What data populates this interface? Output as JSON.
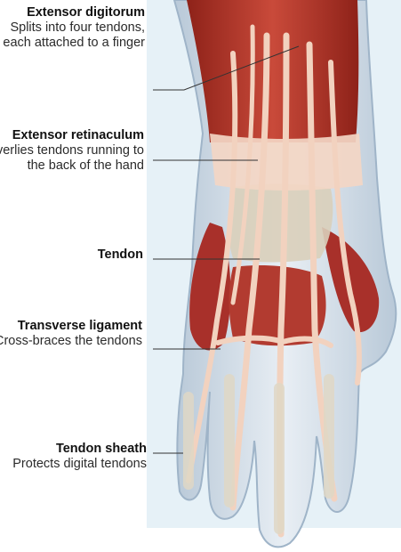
{
  "colors": {
    "panel": "#e6f1f7",
    "muscle": "#b8372c",
    "muscle_dark": "#8e2219",
    "tendon": "#f2d2bf",
    "skin": "#d6e2ec",
    "bone": "#d7ccb6",
    "leader": "#333333"
  },
  "labels": [
    {
      "id": "extensor-digitorum",
      "title": "Extensor digitorum",
      "desc": "Splits into four tendons, each attached to a finger"
    },
    {
      "id": "extensor-retinaculum",
      "title": "Extensor retinaculum",
      "desc": "Overlies tendons running to the back of the hand"
    },
    {
      "id": "tendon",
      "title": "Tendon",
      "desc": ""
    },
    {
      "id": "transverse-ligament",
      "title": "Transverse ligament",
      "desc": "Cross-braces the tendons"
    },
    {
      "id": "tendon-sheath",
      "title": "Tendon sheath",
      "desc": "Protects digital tendons"
    }
  ]
}
